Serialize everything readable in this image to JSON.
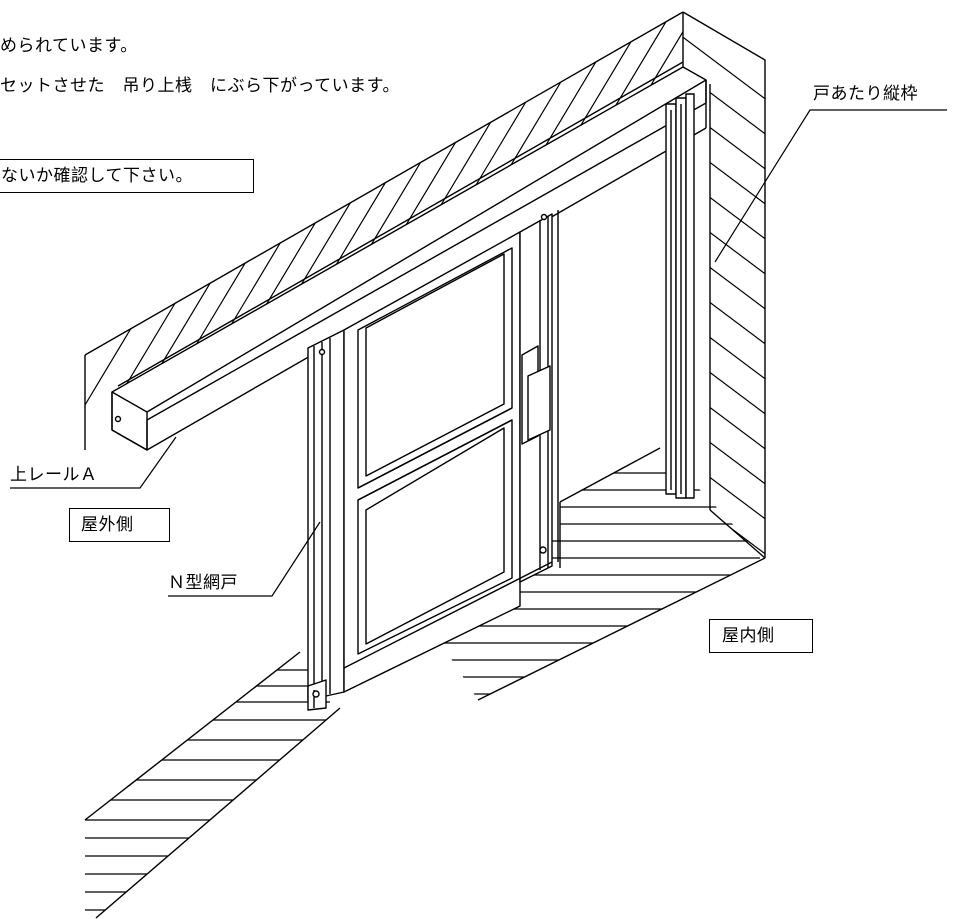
{
  "notes": {
    "line1": "められています。",
    "line2": "セットさせた　吊り上桟　にぶら下がっています。",
    "check_box": "ないか確認して下さい。"
  },
  "labels": {
    "door_jamb": "戸あたり縦枠",
    "upper_rail": "上レールＡ",
    "outdoor_side": "屋外側",
    "screen_door": "Ｎ型網戸",
    "indoor_side": "屋内側"
  },
  "colors": {
    "line": "#000000",
    "background": "#ffffff"
  }
}
